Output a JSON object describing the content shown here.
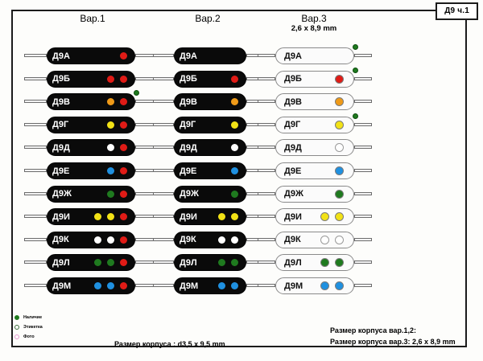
{
  "sheet": {
    "title_block": "Д9 ч.1"
  },
  "columns": [
    {
      "name": "Вар.1",
      "sub": ""
    },
    {
      "name": "Вар.2",
      "sub": ""
    },
    {
      "name": "Вар.3",
      "sub": "2,6 x 8,9 mm"
    }
  ],
  "colors": {
    "red": "#e01b16",
    "orange": "#ef9a18",
    "yellow": "#f2e216",
    "white": "#ffffff",
    "blue": "#1f90e0",
    "green": "#1f7a1f",
    "marker_green": "#1f7a1f",
    "label_pink": "#e59ad0",
    "body_dark": "#0a0a0a",
    "body_light": "#fbfbfb"
  },
  "rows": [
    {
      "label": "Д9А",
      "var1": {
        "dots": [
          "red"
        ],
        "marker": false
      },
      "var2": {
        "dots": [],
        "marker": false
      },
      "var3": {
        "dots": [],
        "marker": true
      }
    },
    {
      "label": "Д9Б",
      "var1": {
        "dots": [
          "red",
          "red"
        ],
        "marker": false
      },
      "var2": {
        "dots": [
          "red"
        ],
        "marker": false
      },
      "var3": {
        "dots": [
          "red"
        ],
        "marker": true
      }
    },
    {
      "label": "Д9В",
      "var1": {
        "dots": [
          "orange",
          "red"
        ],
        "marker": true
      },
      "var2": {
        "dots": [
          "orange"
        ],
        "marker": false
      },
      "var3": {
        "dots": [
          "orange"
        ],
        "marker": false
      }
    },
    {
      "label": "Д9Г",
      "var1": {
        "dots": [
          "yellow",
          "red"
        ],
        "marker": false
      },
      "var2": {
        "dots": [
          "yellow"
        ],
        "marker": false
      },
      "var3": {
        "dots": [
          "yellow"
        ],
        "marker": true
      }
    },
    {
      "label": "Д9Д",
      "var1": {
        "dots": [
          "white",
          "red"
        ],
        "marker": false
      },
      "var2": {
        "dots": [
          "white"
        ],
        "marker": false
      },
      "var3": {
        "dots": [
          "white"
        ],
        "marker": false
      }
    },
    {
      "label": "Д9Е",
      "var1": {
        "dots": [
          "blue",
          "red"
        ],
        "marker": false
      },
      "var2": {
        "dots": [
          "blue"
        ],
        "marker": false
      },
      "var3": {
        "dots": [
          "blue"
        ],
        "marker": false
      }
    },
    {
      "label": "Д9Ж",
      "var1": {
        "dots": [
          "green",
          "red"
        ],
        "marker": false
      },
      "var2": {
        "dots": [
          "green"
        ],
        "marker": false
      },
      "var3": {
        "dots": [
          "green"
        ],
        "marker": false
      }
    },
    {
      "label": "Д9И",
      "var1": {
        "dots": [
          "yellow",
          "yellow",
          "red"
        ],
        "marker": false
      },
      "var2": {
        "dots": [
          "yellow",
          "yellow"
        ],
        "marker": false
      },
      "var3": {
        "dots": [
          "yellow",
          "yellow"
        ],
        "marker": false
      }
    },
    {
      "label": "Д9К",
      "var1": {
        "dots": [
          "white",
          "white",
          "red"
        ],
        "marker": false
      },
      "var2": {
        "dots": [
          "white",
          "white"
        ],
        "marker": false
      },
      "var3": {
        "dots": [
          "white",
          "white"
        ],
        "marker": false
      }
    },
    {
      "label": "Д9Л",
      "var1": {
        "dots": [
          "green",
          "green",
          "red"
        ],
        "marker": false
      },
      "var2": {
        "dots": [
          "green",
          "green"
        ],
        "marker": false
      },
      "var3": {
        "dots": [
          "green",
          "green"
        ],
        "marker": false
      }
    },
    {
      "label": "Д9М",
      "var1": {
        "dots": [
          "blue",
          "blue",
          "red"
        ],
        "marker": false
      },
      "var2": {
        "dots": [
          "blue",
          "blue"
        ],
        "marker": false
      },
      "var3": {
        "dots": [
          "blue",
          "blue"
        ],
        "marker": false
      }
    }
  ],
  "legend": [
    {
      "label": "Наличие",
      "color": "#1f7a1f",
      "style": "solid"
    },
    {
      "label": "Этикетка",
      "color": "#3c6e3c",
      "style": "ring"
    },
    {
      "label": "Фото",
      "color": "#e59ad0",
      "style": "ring"
    }
  ],
  "captions": {
    "center": "Размер корпуса : d3,5 x 9,5 mm",
    "right_line1": "Размер корпуса вар.1,2:",
    "right_line2": "Размер корпуса вар.3: 2,6 x 8,9 mm"
  }
}
